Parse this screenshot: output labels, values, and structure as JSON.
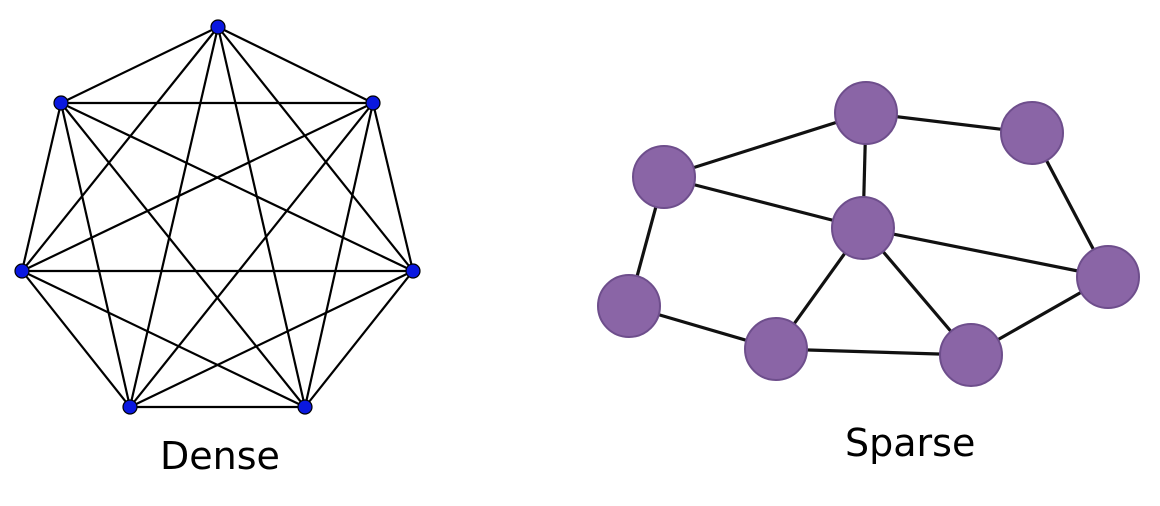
{
  "graphs": [
    {
      "label": "Dense",
      "node_color": "#0a18e0",
      "nodes": [
        "n0",
        "n1",
        "n2",
        "n3",
        "n4",
        "n5",
        "n6"
      ],
      "edges": "complete"
    },
    {
      "label": "Sparse",
      "node_color": "#8a65a6",
      "nodes": [
        "a",
        "b",
        "c",
        "d",
        "e",
        "f",
        "g",
        "h"
      ],
      "edges": [
        [
          "a",
          "b"
        ],
        [
          "b",
          "c"
        ],
        [
          "a",
          "d"
        ],
        [
          "b",
          "d"
        ],
        [
          "d",
          "e"
        ],
        [
          "c",
          "e"
        ],
        [
          "a",
          "f"
        ],
        [
          "f",
          "g"
        ],
        [
          "d",
          "g"
        ],
        [
          "g",
          "h"
        ],
        [
          "d",
          "h"
        ],
        [
          "h",
          "e"
        ]
      ]
    }
  ]
}
